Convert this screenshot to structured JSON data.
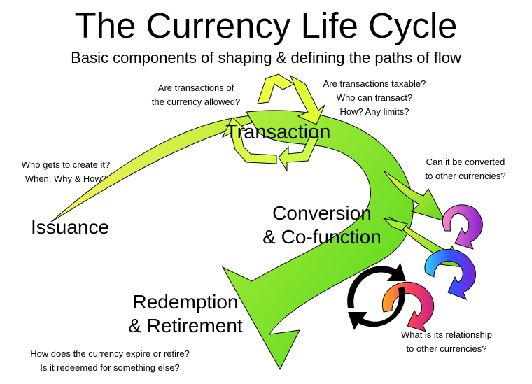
{
  "header": {
    "title": "The Currency Life Cycle",
    "subtitle": "Basic components of shaping & defining the paths of flow"
  },
  "stages": {
    "issuance": "Issuance",
    "transaction": "Transaction",
    "conversion": [
      "Conversion",
      "& Co-function"
    ],
    "redemption": [
      "Redemption",
      "& Retirement"
    ]
  },
  "questions": {
    "allowed": [
      "Are transactions of",
      "the currency allowed?"
    ],
    "taxable": [
      "Are transactions taxable?",
      "Who can transact?",
      "How? Any limits?"
    ],
    "create": [
      "Who gets to create it?",
      "When, Why & How?"
    ],
    "convert": [
      "Can it be converted",
      "to other currencies?"
    ],
    "relationship": [
      "What is its relationship",
      "to other currencies?"
    ],
    "expire": [
      "How does the currency expire or retire?",
      "Is it redeemed for something else?"
    ]
  },
  "colors": {
    "flow_green": "#66dd22",
    "light_green": "#ccff55",
    "lime": "#eeff33",
    "outline": "#000000"
  }
}
